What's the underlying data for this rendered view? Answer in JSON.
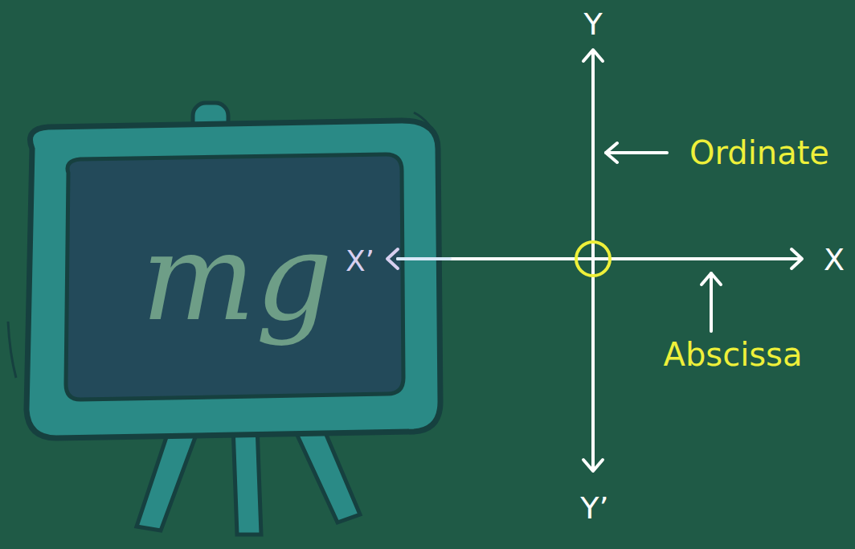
{
  "diagram": {
    "nodes": [
      {
        "text": [
          "mg"
        ]
      }
    ],
    "labels": [
      "Y",
      "Ordinate",
      "X’",
      "X",
      "Abscissa",
      "Y’"
    ]
  }
}
